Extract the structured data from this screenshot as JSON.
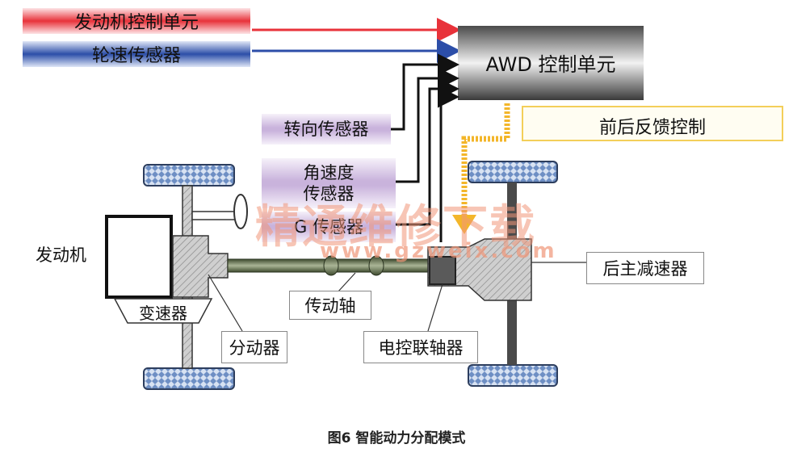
{
  "inputs": {
    "engine_ecu": "发动机控制单元",
    "wheel_speed": "轮速传感器"
  },
  "awd_unit": "AWD 控制单元",
  "feedback": "前后反馈控制",
  "sensors": {
    "steering": "转向传感器",
    "yaw_line1": "角速度",
    "yaw_line2": "传感器",
    "g_sensor": "G 传感器"
  },
  "parts": {
    "engine": "发动机",
    "transmission": "变速器",
    "transfer_case": "分动器",
    "driveshaft": "传动轴",
    "coupling": "电控联轴器",
    "rear_diff": "后主减速器"
  },
  "caption": "图6  智能动力分配模式",
  "watermark": {
    "title": "精通维修下载",
    "url": "www.gzweix.com"
  },
  "colors": {
    "engine_line": "#e8323a",
    "wheel_line": "#2c4ea8",
    "feedback_line": "#f3b62a",
    "sensor_fill": "#c9b3dc",
    "tire": "#6e8fc4"
  }
}
